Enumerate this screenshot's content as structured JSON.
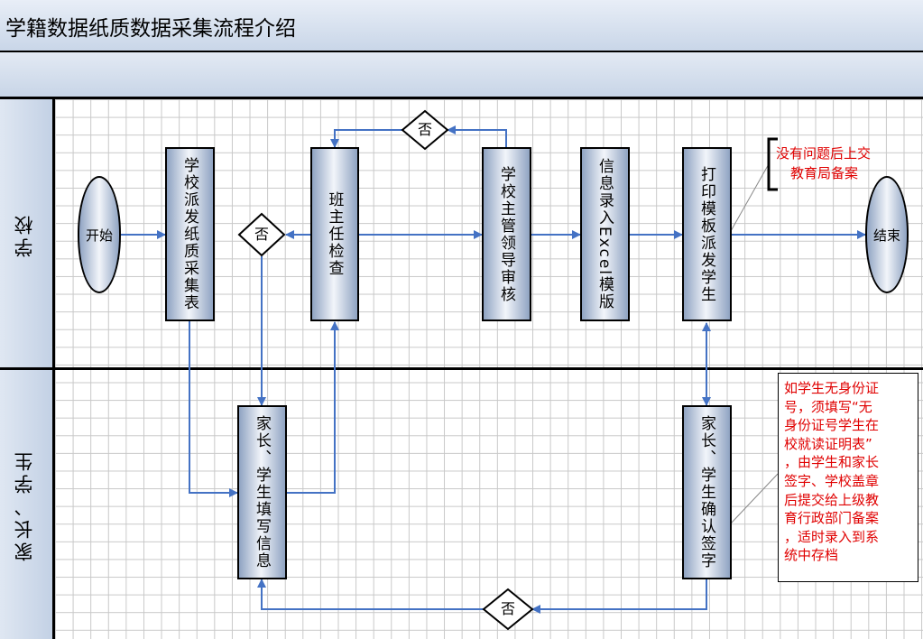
{
  "title": "学籍数据纸质数据采集流程介绍",
  "lanes": [
    "学校",
    "家长、学生"
  ],
  "nodes": {
    "start": "开始",
    "dispatch_form": "学校派发纸质采集表",
    "decision_1": "否",
    "teacher_check": "班主任检查",
    "decision_top": "否",
    "leader_review": "学校主管领导审核",
    "excel_entry": "信息录入Excel模版",
    "print_dispatch": "打印模板派发学生",
    "end": "结束",
    "parent_fill": "家长、学生填写信息",
    "parent_confirm": "家长、学生确认签字",
    "decision_bottom": "否"
  },
  "annotations": {
    "note_top": [
      "没有问题后上交",
      "教育局备案"
    ],
    "note_bottom": [
      "如学生无身份证",
      "号，须填写“无",
      "身份证号学生在",
      "校就读证明表”",
      "，由学生和家长",
      "签字、学校盖章",
      "后提交给上级教",
      "育行政部门备案",
      "，适时录入到系",
      "统中存档"
    ]
  },
  "colors": {
    "connector": "#4472c4",
    "annotation_text": "#e00000",
    "shape_fill_edge": "#8fa3c2",
    "shape_fill_center": "#f2f5fa"
  }
}
